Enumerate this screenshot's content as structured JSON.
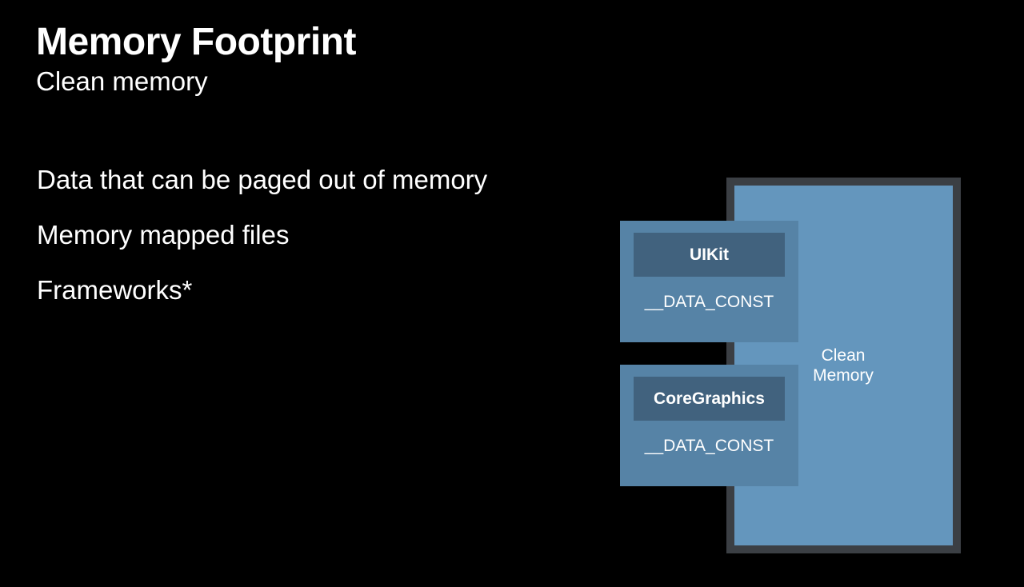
{
  "slide": {
    "title": "Memory Footprint",
    "subtitle": "Clean memory",
    "bullets": [
      "Data that can be paged out of memory",
      "Memory mapped files",
      "Frameworks*"
    ]
  },
  "diagram": {
    "clean_memory_label_line1": "Clean",
    "clean_memory_label_line2": "Memory",
    "frameworks": [
      {
        "name": "UIKit",
        "segment": "__DATA_CONST"
      },
      {
        "name": "CoreGraphics",
        "segment": "__DATA_CONST"
      }
    ]
  },
  "colors": {
    "background": "#000000",
    "clean_memory_frame": "#3b3f44",
    "clean_memory_fill": "#6496bd",
    "framework_fill": "#5683a6",
    "framework_header": "#41627e"
  }
}
